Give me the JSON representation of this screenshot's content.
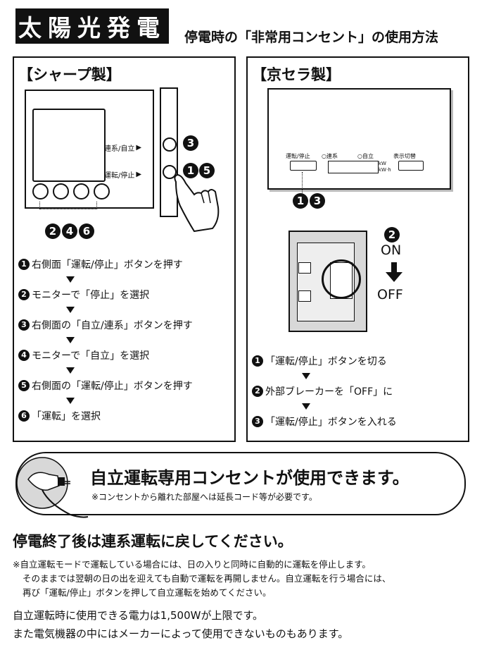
{
  "header": {
    "title": "太陽光発電",
    "subtitle": "停電時の「非常用コンセント」の使用方法"
  },
  "sharp": {
    "title": "【シャープ製】",
    "label_link": "連系/自立",
    "label_run": "運転/停止",
    "callout_side_top": [
      "3"
    ],
    "callout_side_bottom": [
      "1",
      "5"
    ],
    "callout_monitor": [
      "2",
      "4",
      "6"
    ],
    "steps": [
      {
        "num": "1",
        "text": "右側面「運転/停止」ボタンを押す"
      },
      {
        "num": "2",
        "text": "モニターで「停止」を選択"
      },
      {
        "num": "3",
        "text": "右側面の「自立/連系」ボタンを押す"
      },
      {
        "num": "4",
        "text": "モニターで「自立」を選択"
      },
      {
        "num": "5",
        "text": "右側面の「運転/停止」ボタンを押す"
      },
      {
        "num": "6",
        "text": "「運転」を選択"
      }
    ]
  },
  "kyocera": {
    "title": "【京セラ製】",
    "panel_labels": {
      "run": "運転/停止",
      "link": "○連系",
      "self": "○自立",
      "display": "表示切替",
      "kw": "kW",
      "kwh": "kW·h"
    },
    "callout_panel": [
      "1",
      "3"
    ],
    "breaker_num": "2",
    "on_label": "ON",
    "off_label": "OFF",
    "steps": [
      {
        "num": "1",
        "text": "「運転/停止」ボタンを切る"
      },
      {
        "num": "2",
        "text": "外部ブレーカーを「OFF」に"
      },
      {
        "num": "3",
        "text": "「運転/停止」ボタンを入れる"
      }
    ]
  },
  "banner": {
    "main": "自立運転専用コンセントが使用できます。",
    "note": "※コンセントから離れた部屋へは延長コード等が必要です。"
  },
  "footer": {
    "heading": "停電終了後は連系運転に戻してください。",
    "notes": [
      "※自立運転モードで運転している場合には、日の入りと同時に自動的に運転を停止します。",
      "そのままでは翌朝の日の出を迎えても自動で運転を再開しません。自立運転を行う場合には、",
      "再び「運転/停止」ボタンを押して自立運転を始めてください。"
    ],
    "lines": [
      "自立運転時に使用できる電力は1,500Wが上限です。",
      "また電気機器の中にはメーカーによって使用できないものもあります。"
    ]
  },
  "colors": {
    "ink": "#111111",
    "gray": "#d8d8d8",
    "white": "#ffffff"
  }
}
